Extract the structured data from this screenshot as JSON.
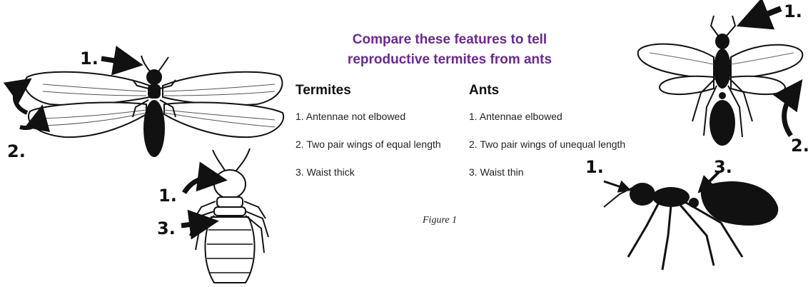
{
  "title_line1": "Compare these features to tell",
  "title_line2": "reproductive termites from ants",
  "termites": {
    "heading": "Termites",
    "items": [
      "1. Antennae not elbowed",
      "2. Two pair wings of equal length",
      "3. Waist thick"
    ]
  },
  "ants": {
    "heading": "Ants",
    "items": [
      "1. Antennae elbowed",
      "2. Two pair wings of unequal length",
      "3. Waist thin"
    ]
  },
  "caption": "Figure 1",
  "callouts": {
    "winged_termite": [
      "1.",
      "2."
    ],
    "worker_termite": [
      "1.",
      "3."
    ],
    "winged_ant": [
      "1.",
      "2."
    ],
    "worker_ant": [
      "1.",
      "3."
    ]
  },
  "colors": {
    "title": "#6a2a8e",
    "ink": "#111111"
  }
}
